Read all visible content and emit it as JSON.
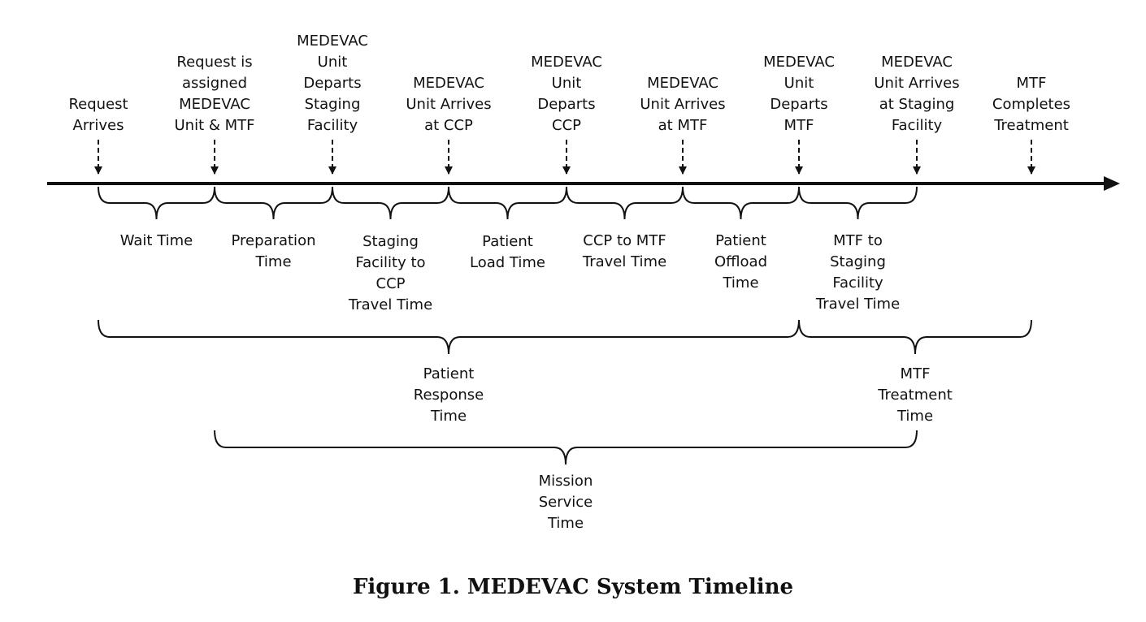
{
  "events": [
    {
      "id": "request-arrives",
      "lines": [
        "Request",
        "Arrives"
      ]
    },
    {
      "id": "request-assigned",
      "lines": [
        "Request is",
        "assigned",
        "MEDEVAC",
        "Unit & MTF"
      ]
    },
    {
      "id": "departs-staging",
      "lines": [
        "MEDEVAC",
        "Unit",
        "Departs",
        "Staging",
        "Facility"
      ]
    },
    {
      "id": "arrives-ccp",
      "lines": [
        "MEDEVAC",
        "Unit Arrives",
        "at CCP"
      ]
    },
    {
      "id": "departs-ccp",
      "lines": [
        "MEDEVAC",
        "Unit",
        "Departs",
        "CCP"
      ]
    },
    {
      "id": "arrives-mtf",
      "lines": [
        "MEDEVAC",
        "Unit Arrives",
        "at MTF"
      ]
    },
    {
      "id": "departs-mtf",
      "lines": [
        "MEDEVAC",
        "Unit",
        "Departs",
        "MTF"
      ]
    },
    {
      "id": "arrives-staging",
      "lines": [
        "MEDEVAC",
        "Unit Arrives",
        "at Staging",
        "Facility"
      ]
    },
    {
      "id": "mtf-completes",
      "lines": [
        "MTF",
        "Completes",
        "Treatment"
      ]
    }
  ],
  "intervals": [
    {
      "id": "wait-time",
      "lines": [
        "Wait Time"
      ]
    },
    {
      "id": "preparation-time",
      "lines": [
        "Preparation",
        "Time"
      ]
    },
    {
      "id": "staging-to-ccp",
      "lines": [
        "Staging",
        "Facility to",
        "CCP",
        "Travel Time"
      ]
    },
    {
      "id": "patient-load",
      "lines": [
        "Patient",
        "Load Time"
      ]
    },
    {
      "id": "ccp-to-mtf",
      "lines": [
        "CCP to MTF",
        "Travel Time"
      ]
    },
    {
      "id": "patient-offload",
      "lines": [
        "Patient",
        "Offload",
        "Time"
      ]
    },
    {
      "id": "mtf-to-staging",
      "lines": [
        "MTF to",
        "Staging",
        "Facility",
        "Travel Time"
      ]
    }
  ],
  "spans": [
    {
      "id": "patient-response",
      "lines": [
        "Patient",
        "Response",
        "Time"
      ]
    },
    {
      "id": "mtf-treatment",
      "lines": [
        "MTF",
        "Treatment",
        "Time"
      ]
    },
    {
      "id": "mission-service",
      "lines": [
        "Mission",
        "Service",
        "Time"
      ]
    }
  ],
  "caption": "Figure 1.  MEDEVAC System Timeline"
}
